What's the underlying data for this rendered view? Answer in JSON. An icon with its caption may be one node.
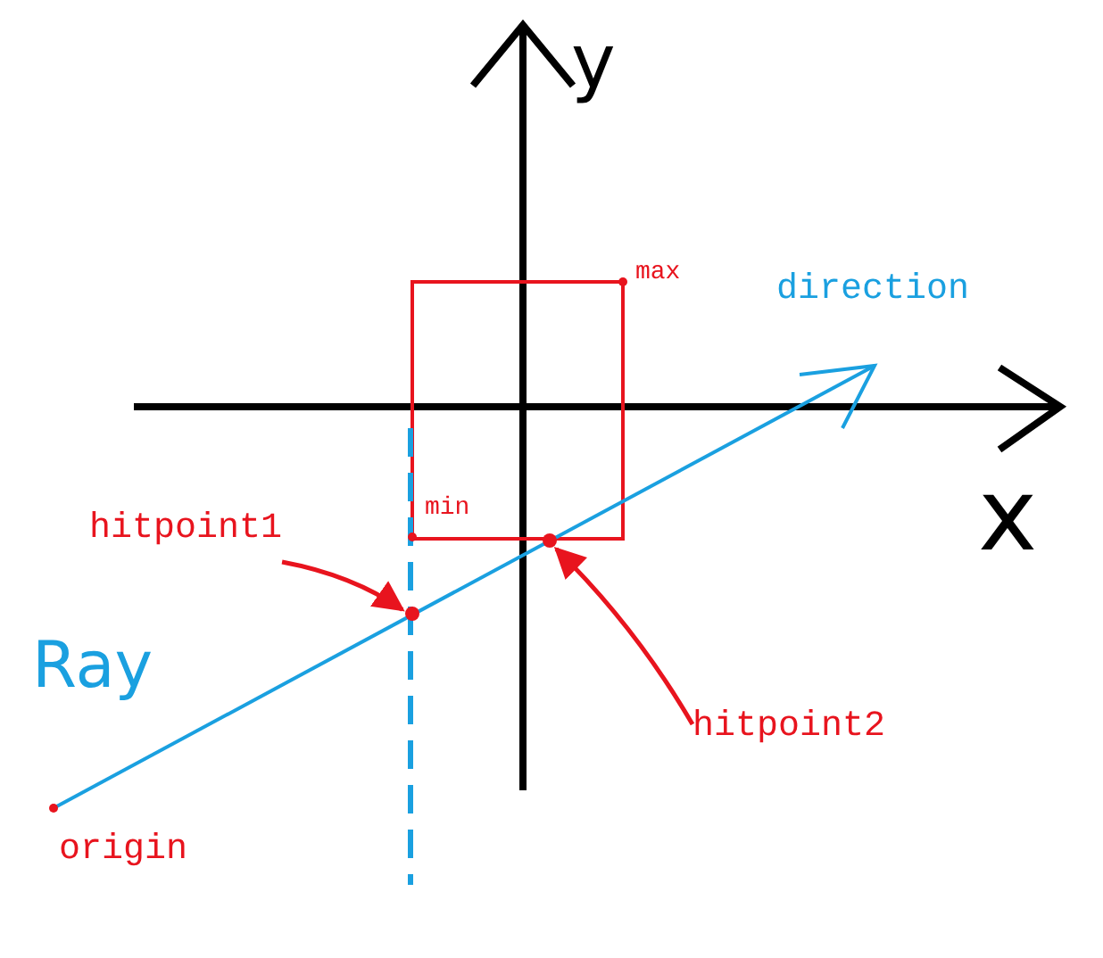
{
  "diagram": {
    "nodes": [
      {
        "text": [
          "hitpoint1"
        ]
      },
      {
        "text": [],
        "shape": "circle"
      },
      {
        "text": [
          "hitpoint2"
        ]
      },
      {
        "text": [],
        "shape": "circle"
      }
    ],
    "edges": [
      {
        "from": 0,
        "to": 1,
        "arrow": "to"
      },
      {
        "from": 2,
        "to": 3,
        "arrow": "to"
      }
    ],
    "labels": [
      "y",
      "max",
      "direction",
      "min",
      "x",
      "Ray",
      "origin"
    ]
  }
}
